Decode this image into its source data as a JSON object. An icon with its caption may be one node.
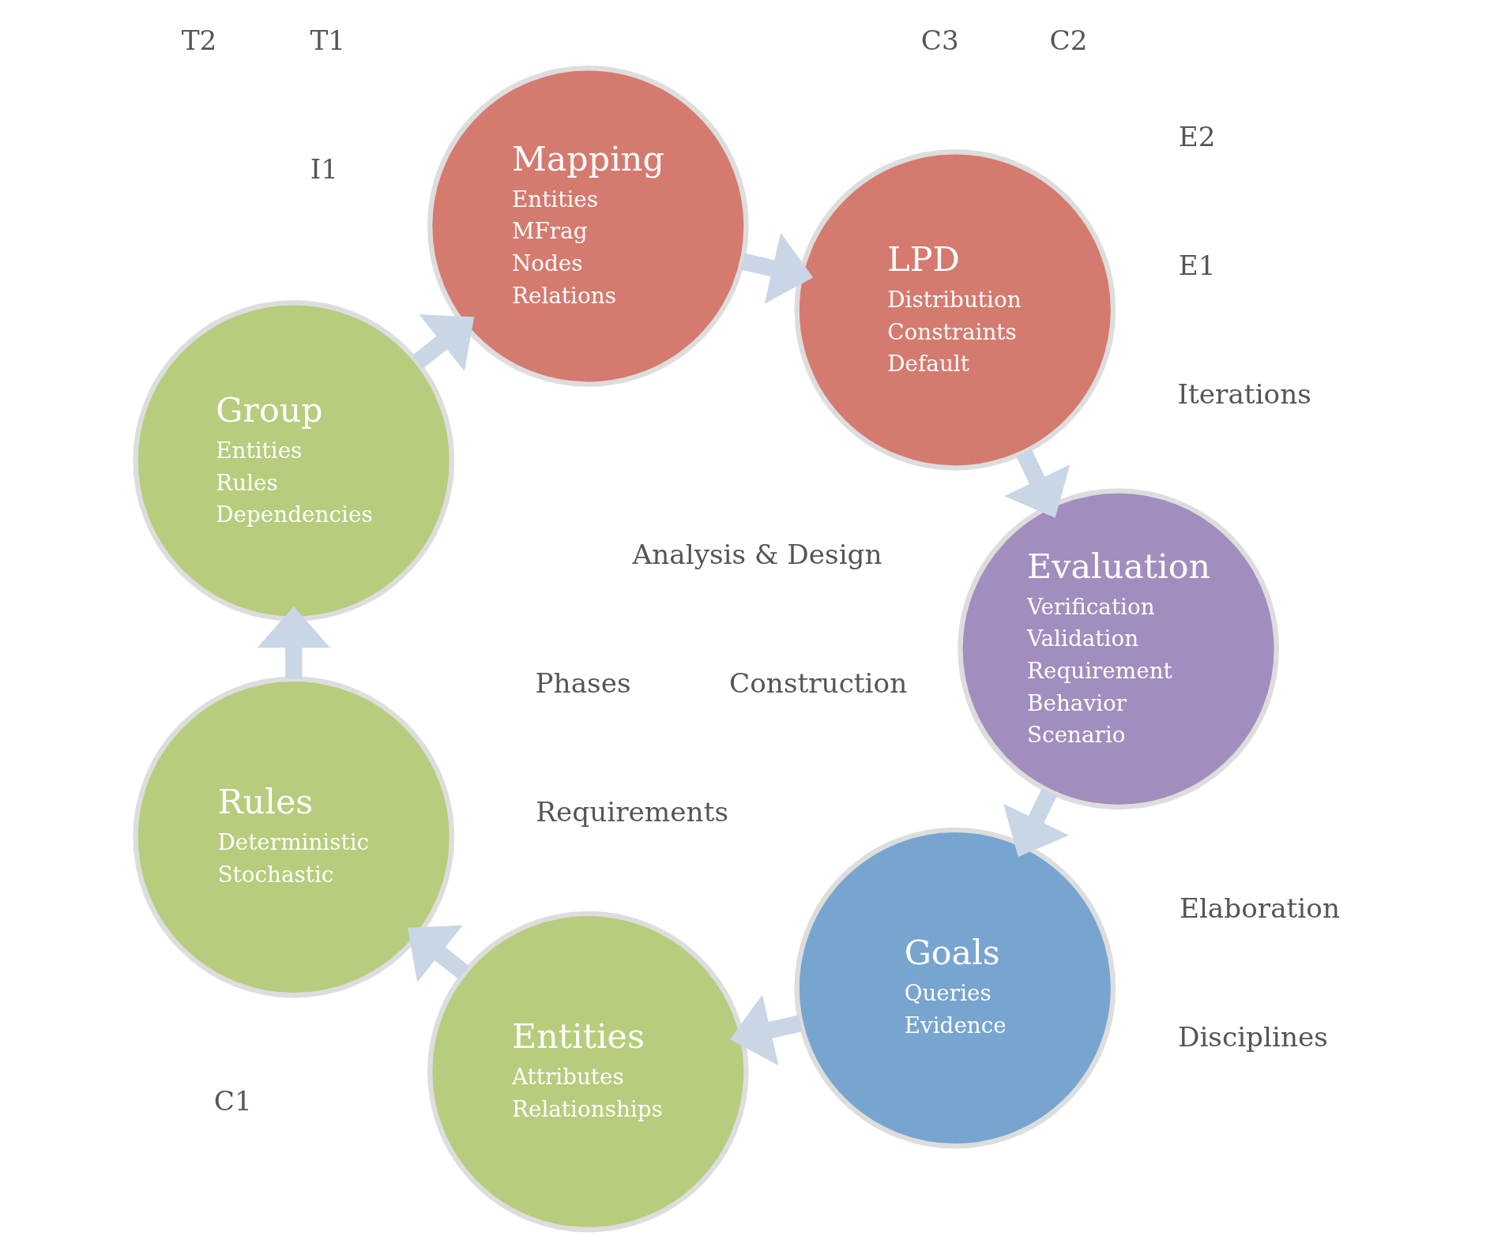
{
  "diagram": {
    "nodes": [
      {
        "text": [
          "Goals",
          "Queries",
          "Evidence"
        ]
      },
      {
        "text": [
          "Entities",
          "Attributes",
          "Relationships"
        ]
      },
      {
        "text": [
          "Rules",
          "Deterministic",
          "Stochastic"
        ]
      },
      {
        "text": [
          "Group",
          "Entities",
          "Rules",
          "Dependencies"
        ]
      },
      {
        "text": [
          "Mapping",
          "Entities",
          "MFrag",
          "Nodes",
          "Relations"
        ]
      },
      {
        "text": [
          "LPD",
          "Distribution",
          "Constraints",
          "Default"
        ]
      },
      {
        "text": [
          "Evaluation",
          "Verification",
          "Validation",
          "Requirement",
          "Behavior",
          "Scenario"
        ]
      }
    ],
    "edges": [
      {
        "from": 0,
        "to": 1,
        "arrow": "to"
      },
      {
        "from": 1,
        "to": 2,
        "arrow": "to"
      },
      {
        "from": 2,
        "to": 3,
        "arrow": "to"
      },
      {
        "from": 3,
        "to": 4,
        "arrow": "to"
      },
      {
        "from": 4,
        "to": 5,
        "arrow": "to"
      },
      {
        "from": 5,
        "to": 6,
        "arrow": "to"
      },
      {
        "from": 6,
        "to": 0,
        "arrow": "to"
      }
    ],
    "labels": [
      "Phases",
      "Disciplines",
      "Elaboration",
      "Construction",
      "Requirements",
      "Analysis & Design",
      "I1",
      "E1",
      "E2",
      "C1",
      "C2",
      "C3",
      "T1",
      "T2",
      "Iterations"
    ]
  }
}
